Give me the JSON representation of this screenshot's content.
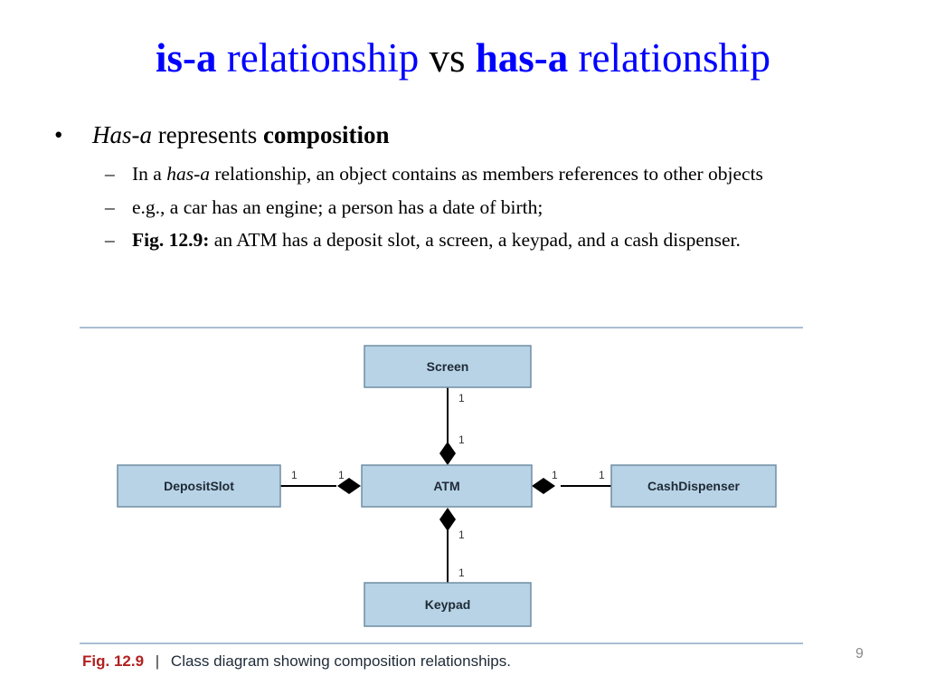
{
  "slide": {
    "title": {
      "part1": "is-a",
      "part2": " relationship ",
      "part3": "vs",
      "part4": " has-a",
      "part5": " relationship"
    },
    "bullet": {
      "italic": "Has-a",
      "text": " represents ",
      "bold": "composition"
    },
    "subbullets": [
      {
        "prefix": "In a ",
        "italic": "has-a",
        "text": " relationship, an object contains as members references to other objects"
      },
      {
        "text": "e.g., a car has an engine; a person has a date of birth;"
      },
      {
        "bold": "Fig. 12.9:",
        "text": " an ATM has a deposit slot, a screen, a keypad, and a cash dispenser."
      }
    ],
    "page_number": "9"
  },
  "diagram": {
    "classes": {
      "screen": "Screen",
      "deposit_slot": "DepositSlot",
      "atm": "ATM",
      "cash_dispenser": "CashDispenser",
      "keypad": "Keypad"
    },
    "multiplicity": "1",
    "caption": {
      "label": "Fig. 12.9",
      "separator": "|",
      "text": "Class diagram showing composition relationships."
    },
    "colors": {
      "class_fill": "#b8d3e6",
      "class_border": "#6f8ea3",
      "rule": "#a9bfd4",
      "caption_label": "#b22020",
      "line": "#000000"
    }
  }
}
